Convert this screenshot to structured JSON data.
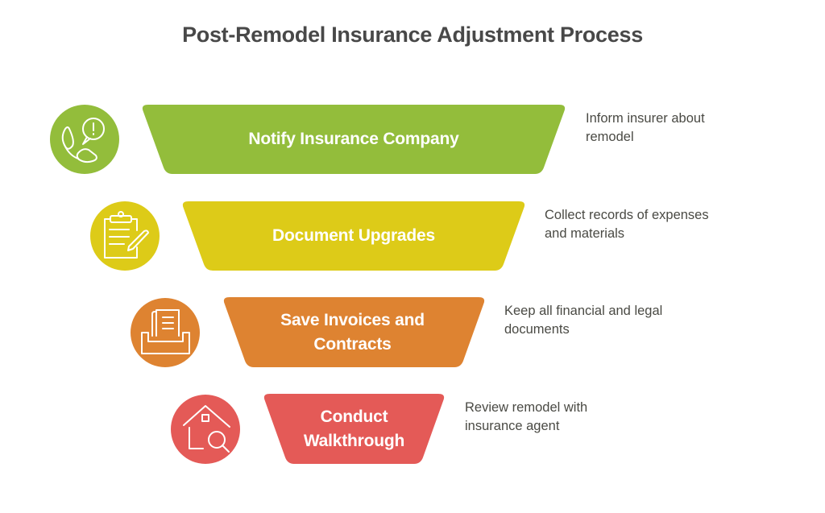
{
  "title": "Post-Remodel Insurance Adjustment Process",
  "steps": [
    {
      "label": "Notify Insurance Company",
      "description": "Inform insurer about remodel",
      "icon": "phone-alert-icon",
      "color": "#93bd3b"
    },
    {
      "label": "Document Upgrades",
      "description": "Collect records of expenses and materials",
      "icon": "clipboard-pencil-icon",
      "color": "#ddcb18"
    },
    {
      "label": "Save Invoices and Contracts",
      "description": "Keep all financial and legal documents",
      "icon": "document-tray-icon",
      "color": "#de8331"
    },
    {
      "label": "Conduct Walkthrough",
      "description": "Review remodel with insurance agent",
      "icon": "house-search-icon",
      "color": "#e45a57"
    }
  ]
}
